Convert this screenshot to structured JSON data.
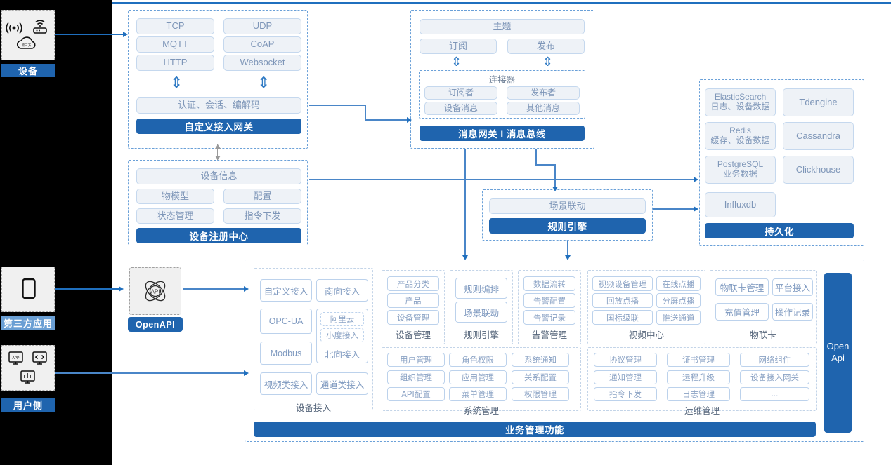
{
  "left_rail": {
    "entities": [
      {
        "name": "device",
        "label": "设备",
        "icons": [
          "wifi-signal-icon",
          "router-icon",
          "cloud-icon"
        ]
      },
      {
        "name": "third-party-app",
        "label": "第三方应用",
        "icons": [
          "mobile-phone-icon"
        ]
      },
      {
        "name": "user-side",
        "label": "用户侧",
        "icons": [
          "app-window-icon",
          "code-window-icon",
          "chart-window-icon"
        ]
      }
    ]
  },
  "gateway": {
    "protocols": [
      "TCP",
      "UDP",
      "MQTT",
      "CoAP",
      "HTTP",
      "Websocket"
    ],
    "middle": "认证、会话、编解码",
    "title": "自定义接入网关",
    "arrow_glyph": "⇕"
  },
  "message_bus": {
    "topic": "主题",
    "subscribe": "订阅",
    "publish": "发布",
    "connector_title": "连接器",
    "connector_items": [
      "订阅者",
      "发布者",
      "设备消息",
      "其他消息"
    ],
    "title": "消息网关 I 消息总线",
    "arrow_glyph": "⇕"
  },
  "registry": {
    "info": "设备信息",
    "items": [
      "物模型",
      "配置",
      "状态管理",
      "指令下发"
    ],
    "title": "设备注册中心"
  },
  "rule_engine": {
    "scene": "场景联动",
    "title": "规则引擎"
  },
  "persistence": {
    "stores": [
      {
        "name": "ElasticSearch",
        "desc": "日志、设备数据"
      },
      {
        "name": "Tdengine",
        "desc": ""
      },
      {
        "name": "Redis",
        "desc": "缓存、设备数据"
      },
      {
        "name": "Cassandra",
        "desc": ""
      },
      {
        "name": "PostgreSQL",
        "desc": "业务数据"
      },
      {
        "name": "Clickhouse",
        "desc": ""
      },
      {
        "name": "Influxdb",
        "desc": ""
      }
    ],
    "title": "持久化"
  },
  "openapi": {
    "label": "OpenAPI",
    "icon": "api-atom-icon",
    "side_bar": "Open Api"
  },
  "business": {
    "title": "业务管理功能",
    "groups": [
      {
        "name": "device-access",
        "label": "设备接入",
        "left_items": [
          "自定义接入",
          "OPC-UA",
          "Modbus",
          "视频类接入"
        ],
        "right_items": [
          "南向接入",
          "北向接入",
          "通道类接入"
        ],
        "nested": [
          "阿里云",
          "小度接入"
        ]
      },
      {
        "name": "device-management",
        "label": "设备管理",
        "items": [
          "产品分类",
          "产品",
          "设备管理"
        ]
      },
      {
        "name": "rule-engine",
        "label": "规则引擎",
        "items": [
          "规则编排",
          "场景联动"
        ]
      },
      {
        "name": "alarm-management",
        "label": "告警管理",
        "items": [
          "数据流转",
          "告警配置",
          "告警记录"
        ]
      },
      {
        "name": "video-center",
        "label": "视频中心",
        "items": [
          "视频设备管理",
          "在线点播",
          "回放点播",
          "分屏点播",
          "国标级联",
          "推送通道"
        ]
      },
      {
        "name": "iot-card",
        "label": "物联卡",
        "items": [
          "物联卡管理",
          "平台接入",
          "充值管理",
          "操作记录"
        ]
      },
      {
        "name": "system-management",
        "label": "系统管理",
        "items": [
          "用户管理",
          "角色权限",
          "系统通知",
          "组织管理",
          "应用管理",
          "关系配置",
          "API配置",
          "菜单管理",
          "权限管理"
        ]
      },
      {
        "name": "ops-management",
        "label": "运维管理",
        "items": [
          "协议管理",
          "证书管理",
          "网络组件",
          "通知管理",
          "远程升级",
          "设备接入网关",
          "指令下发",
          "日志管理",
          "..."
        ]
      }
    ]
  },
  "colors": {
    "brand_blue": "#1f64ae",
    "line_blue": "#1f6fbe",
    "light_box_bg": "#eef2f7",
    "light_box_border": "#c5d8ee",
    "light_box_text": "#7e96b8",
    "dashed_blue": "#6aa0d8",
    "gutter": "#000000"
  }
}
